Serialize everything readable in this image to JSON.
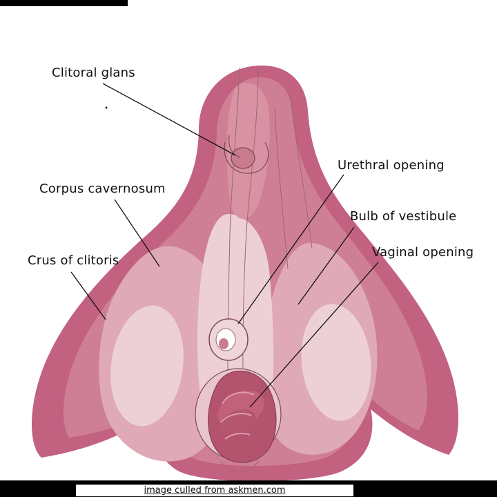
{
  "labels": {
    "clitoral_glans": "Clitoral glans",
    "corpus_cavernosum": "Corpus cavernosum",
    "crus_of_clitoris": "Crus of clitoris",
    "urethral_opening": "Urethral opening",
    "bulb_of_vestibule": "Bulb of vestibule",
    "vaginal_opening": "Vaginal opening"
  },
  "footer": {
    "credit": "image culled from askmen.com"
  },
  "palette": {
    "outer_tissue": "#c36181",
    "mid_tissue": "#cf7f95",
    "bulb_tissue": "#dfa9b7",
    "pale_tissue": "#ecd0d6",
    "opening_interior": "#b3536e",
    "sketch_line": "#7e4a52",
    "label_text": "#111111",
    "bar": "#000000"
  }
}
